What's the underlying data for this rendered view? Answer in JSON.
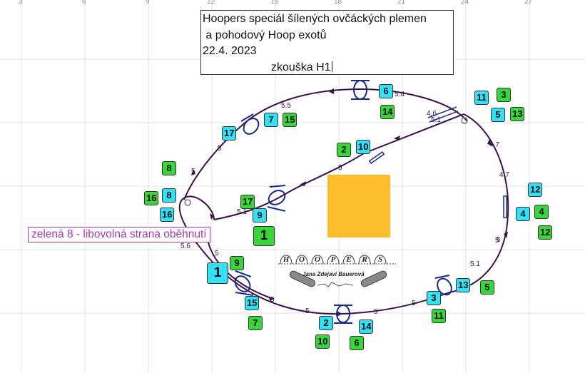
{
  "ruler": [
    "3",
    "6",
    "9",
    "12",
    "15",
    "18",
    "21",
    "24",
    "27"
  ],
  "title": {
    "line1": "Hoopers speciál šílených ovčáckých plemen",
    "line2": " a pohodový Hoop exotů",
    "line3": "22.4. 2023",
    "line4": "zkouška H1"
  },
  "note": "zelená 8 - libovolná strana oběhnutí",
  "logo": {
    "letters": [
      "H",
      "O",
      "O",
      "P",
      "E",
      "R",
      "S"
    ],
    "subtitle": "Jana Zdejaví Bauerová"
  },
  "distances": [
    "5.5",
    "5.4",
    "4.6",
    "5.1",
    "4.7",
    "4.7",
    "5",
    "5",
    "5",
    "5.6",
    "5.1",
    "5.1",
    "5",
    "5",
    "5",
    "5",
    "5",
    "5",
    "5"
  ],
  "green_numbers": [
    "3",
    "13",
    "14",
    "15",
    "2",
    "8",
    "16",
    "17",
    "9",
    "7",
    "10",
    "6",
    "11",
    "5",
    "4",
    "12"
  ],
  "cyan_numbers": [
    "6",
    "11",
    "5",
    "7",
    "17",
    "10",
    "8",
    "16",
    "9",
    "12",
    "4",
    "15",
    "2",
    "14",
    "3",
    "13"
  ],
  "big_green": "1",
  "big_cyan": "1",
  "colors": {
    "green": "#3ad53a",
    "cyan": "#33e0f5",
    "path": "#3a1248",
    "obstacle": "#1a2a8a",
    "orange": "#fbbd2c",
    "note": "#a43aa4"
  }
}
